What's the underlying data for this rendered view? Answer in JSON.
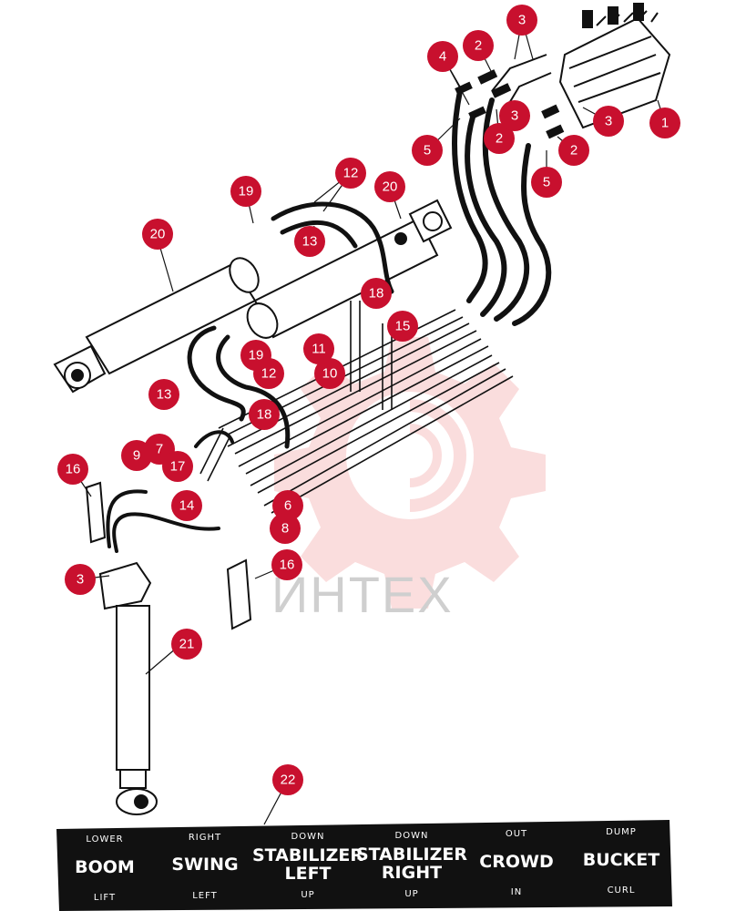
{
  "watermark": {
    "text": "ИНТЕХ",
    "color": "#f3b0b0"
  },
  "callout_color": "#c8102e",
  "callouts": [
    "1",
    "2",
    "2",
    "2",
    "3",
    "3",
    "3",
    "3",
    "4",
    "5",
    "5",
    "6",
    "7",
    "8",
    "9",
    "10",
    "11",
    "12",
    "12",
    "13",
    "13",
    "14",
    "15",
    "16",
    "16",
    "17",
    "18",
    "18",
    "19",
    "19",
    "20",
    "20",
    "21",
    "22"
  ],
  "control_decal": {
    "columns": [
      {
        "top": "LOWER",
        "name": "BOOM",
        "name2": "",
        "bottom": "LIFT"
      },
      {
        "top": "RIGHT",
        "name": "SWING",
        "name2": "",
        "bottom": "LEFT"
      },
      {
        "top": "DOWN",
        "name": "STABILIZER",
        "name2": "LEFT",
        "bottom": "UP"
      },
      {
        "top": "DOWN",
        "name": "STABILIZER",
        "name2": "RIGHT",
        "bottom": "UP"
      },
      {
        "top": "OUT",
        "name": "CROWD",
        "name2": "",
        "bottom": "IN"
      },
      {
        "top": "DUMP",
        "name": "BUCKET",
        "name2": "",
        "bottom": "CURL"
      }
    ]
  }
}
